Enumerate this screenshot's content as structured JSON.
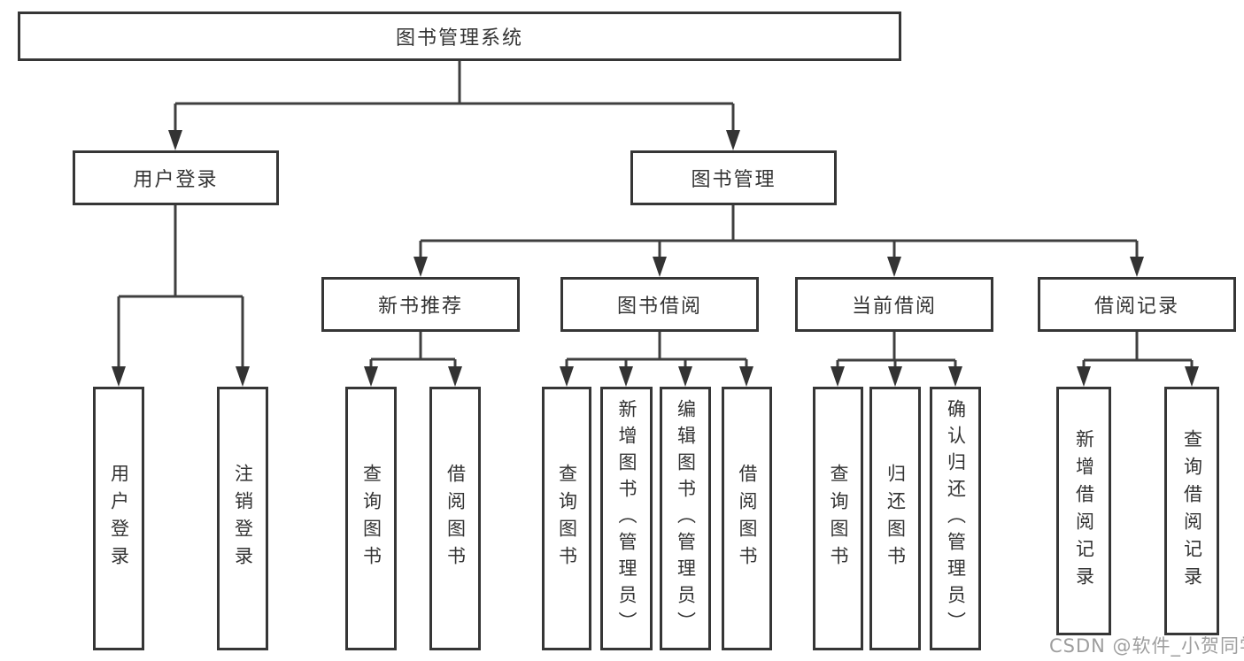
{
  "diagram": {
    "title": "图书管理系统",
    "nodes": {
      "root": "图书管理系统",
      "user_login": "用户登录",
      "book_management": "图书管理",
      "new_book_recommend": "新书推荐",
      "book_borrow": "图书借阅",
      "current_borrow": "当前借阅",
      "borrow_records": "借阅记录"
    },
    "leaves": {
      "user_login": [
        "用户登录",
        "注销登录"
      ],
      "new_book_recommend": [
        "查询图书",
        "借阅图书"
      ],
      "book_borrow": [
        "查询图书",
        "新增图书（管理员）",
        "编辑图书（管理员）",
        "借阅图书"
      ],
      "current_borrow": [
        "查询图书",
        "归还图书",
        "确认归还（管理员）"
      ],
      "borrow_records": [
        "新增借阅记录",
        "查询借阅记录"
      ]
    },
    "watermark": "CSDN @软件_小贺同学",
    "colors": {
      "border": "#363636",
      "line": "#3f3f3f",
      "arrow": "#333333",
      "text": "#333333",
      "watermark": "#9e9e9e",
      "background": "#ffffff"
    }
  }
}
